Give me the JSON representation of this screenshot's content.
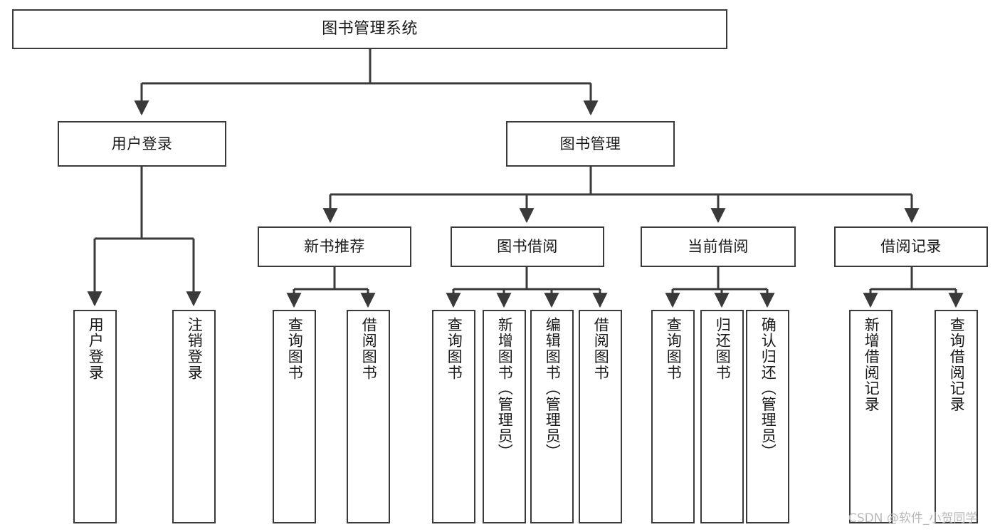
{
  "diagram": {
    "type": "tree-hierarchy",
    "title": "图书管理系统",
    "watermark": "CSDN @软件_小贺同学",
    "stroke_color": "#3a3a3a",
    "fill_color": "#ffffff",
    "text_color": "#1a1a1a",
    "nodes": {
      "root": {
        "label": "图书管理系统",
        "level": 1
      },
      "user_login": {
        "label": "用户登录",
        "level": 2
      },
      "book_manage": {
        "label": "图书管理",
        "level": 2
      },
      "new_book_rec": {
        "label": "新书推荐",
        "level": 3
      },
      "book_borrow": {
        "label": "图书借阅",
        "level": 3
      },
      "current_borrow": {
        "label": "当前借阅",
        "level": 3
      },
      "borrow_record": {
        "label": "借阅记录",
        "level": 3
      },
      "leaf_user_login": {
        "label": "用户登录",
        "level": 4
      },
      "leaf_logout": {
        "label": "注销登录",
        "level": 4
      },
      "leaf_query_book_a": {
        "label": "查询图书",
        "level": 4
      },
      "leaf_borrow_book_a": {
        "label": "借阅图书",
        "level": 4
      },
      "leaf_query_book_b": {
        "label": "查询图书",
        "level": 4
      },
      "leaf_add_book": {
        "label": "新增图书（管理员）",
        "level": 4
      },
      "leaf_edit_book": {
        "label": "编辑图书（管理员）",
        "level": 4
      },
      "leaf_borrow_book_b": {
        "label": "借阅图书",
        "level": 4
      },
      "leaf_query_book_c": {
        "label": "查询图书",
        "level": 4
      },
      "leaf_return_book": {
        "label": "归还图书",
        "level": 4
      },
      "leaf_confirm_return": {
        "label": "确认归还（管理员）",
        "level": 4
      },
      "leaf_add_record": {
        "label": "新增借阅记录",
        "level": 4
      },
      "leaf_query_record": {
        "label": "查询借阅记录",
        "level": 4
      }
    }
  }
}
